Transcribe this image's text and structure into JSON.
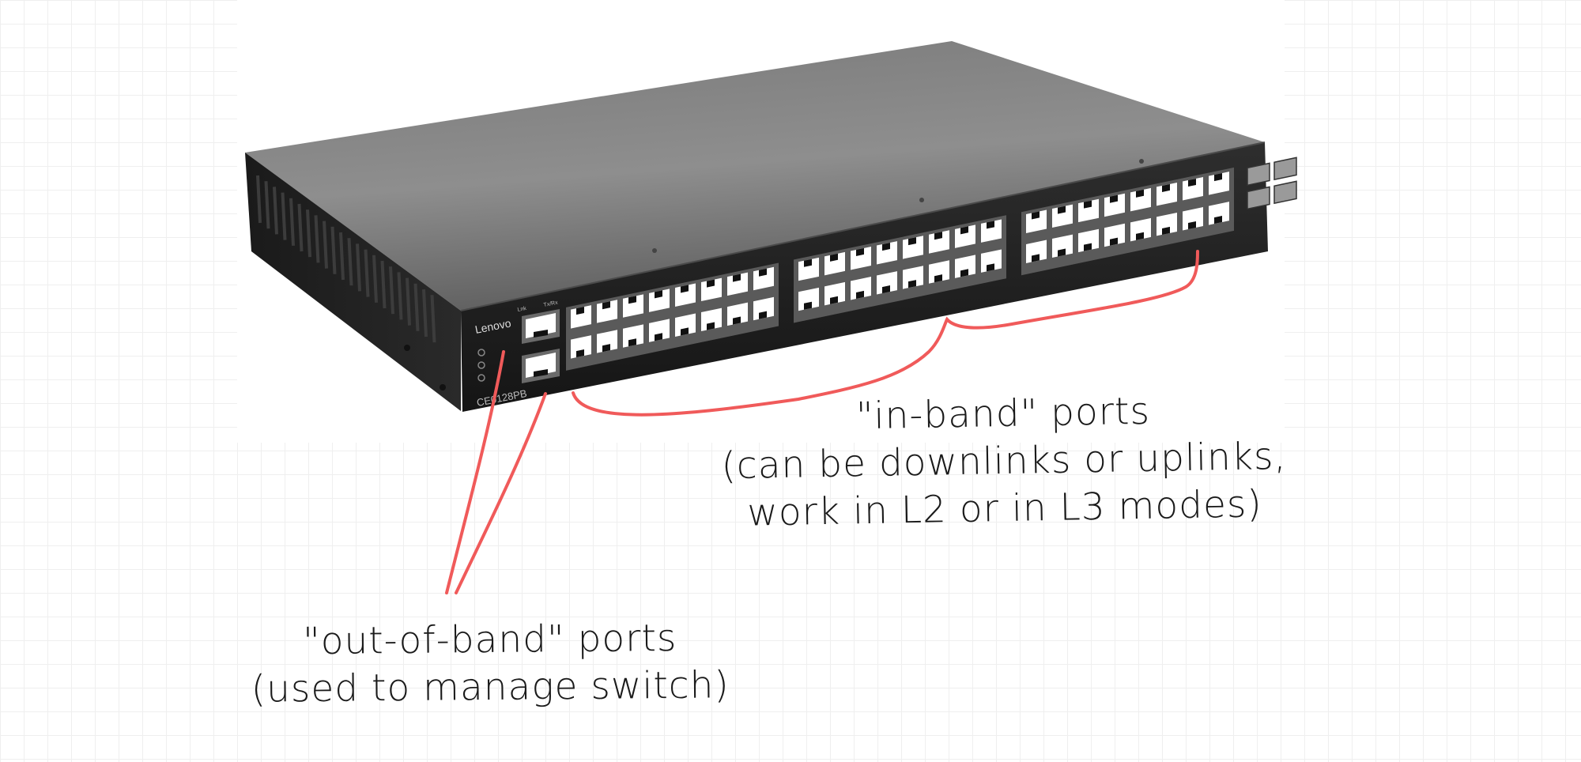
{
  "device": {
    "brand": "Lenovo",
    "model": "CE0128PB",
    "ports": {
      "mgmt_labels": [
        "Lnk",
        "Tx/Rx"
      ],
      "blocks": 3,
      "rows": 2,
      "ports_per_row_per_block": 8,
      "sfp_cages": 4
    },
    "colors": {
      "chassis_top": "#8a8a8a",
      "chassis_front": "#2a2a2a",
      "port_opening": "#ffffff",
      "annotation": "#f05a5a"
    }
  },
  "annotations": {
    "inband": {
      "line1": "\"in-band\" ports",
      "line2": "(can be downlinks or uplinks,",
      "line3": "work in L2 or in L3 modes)"
    },
    "oob": {
      "line1": "\"out-of-band\" ports",
      "line2": "(used to manage switch)"
    }
  }
}
